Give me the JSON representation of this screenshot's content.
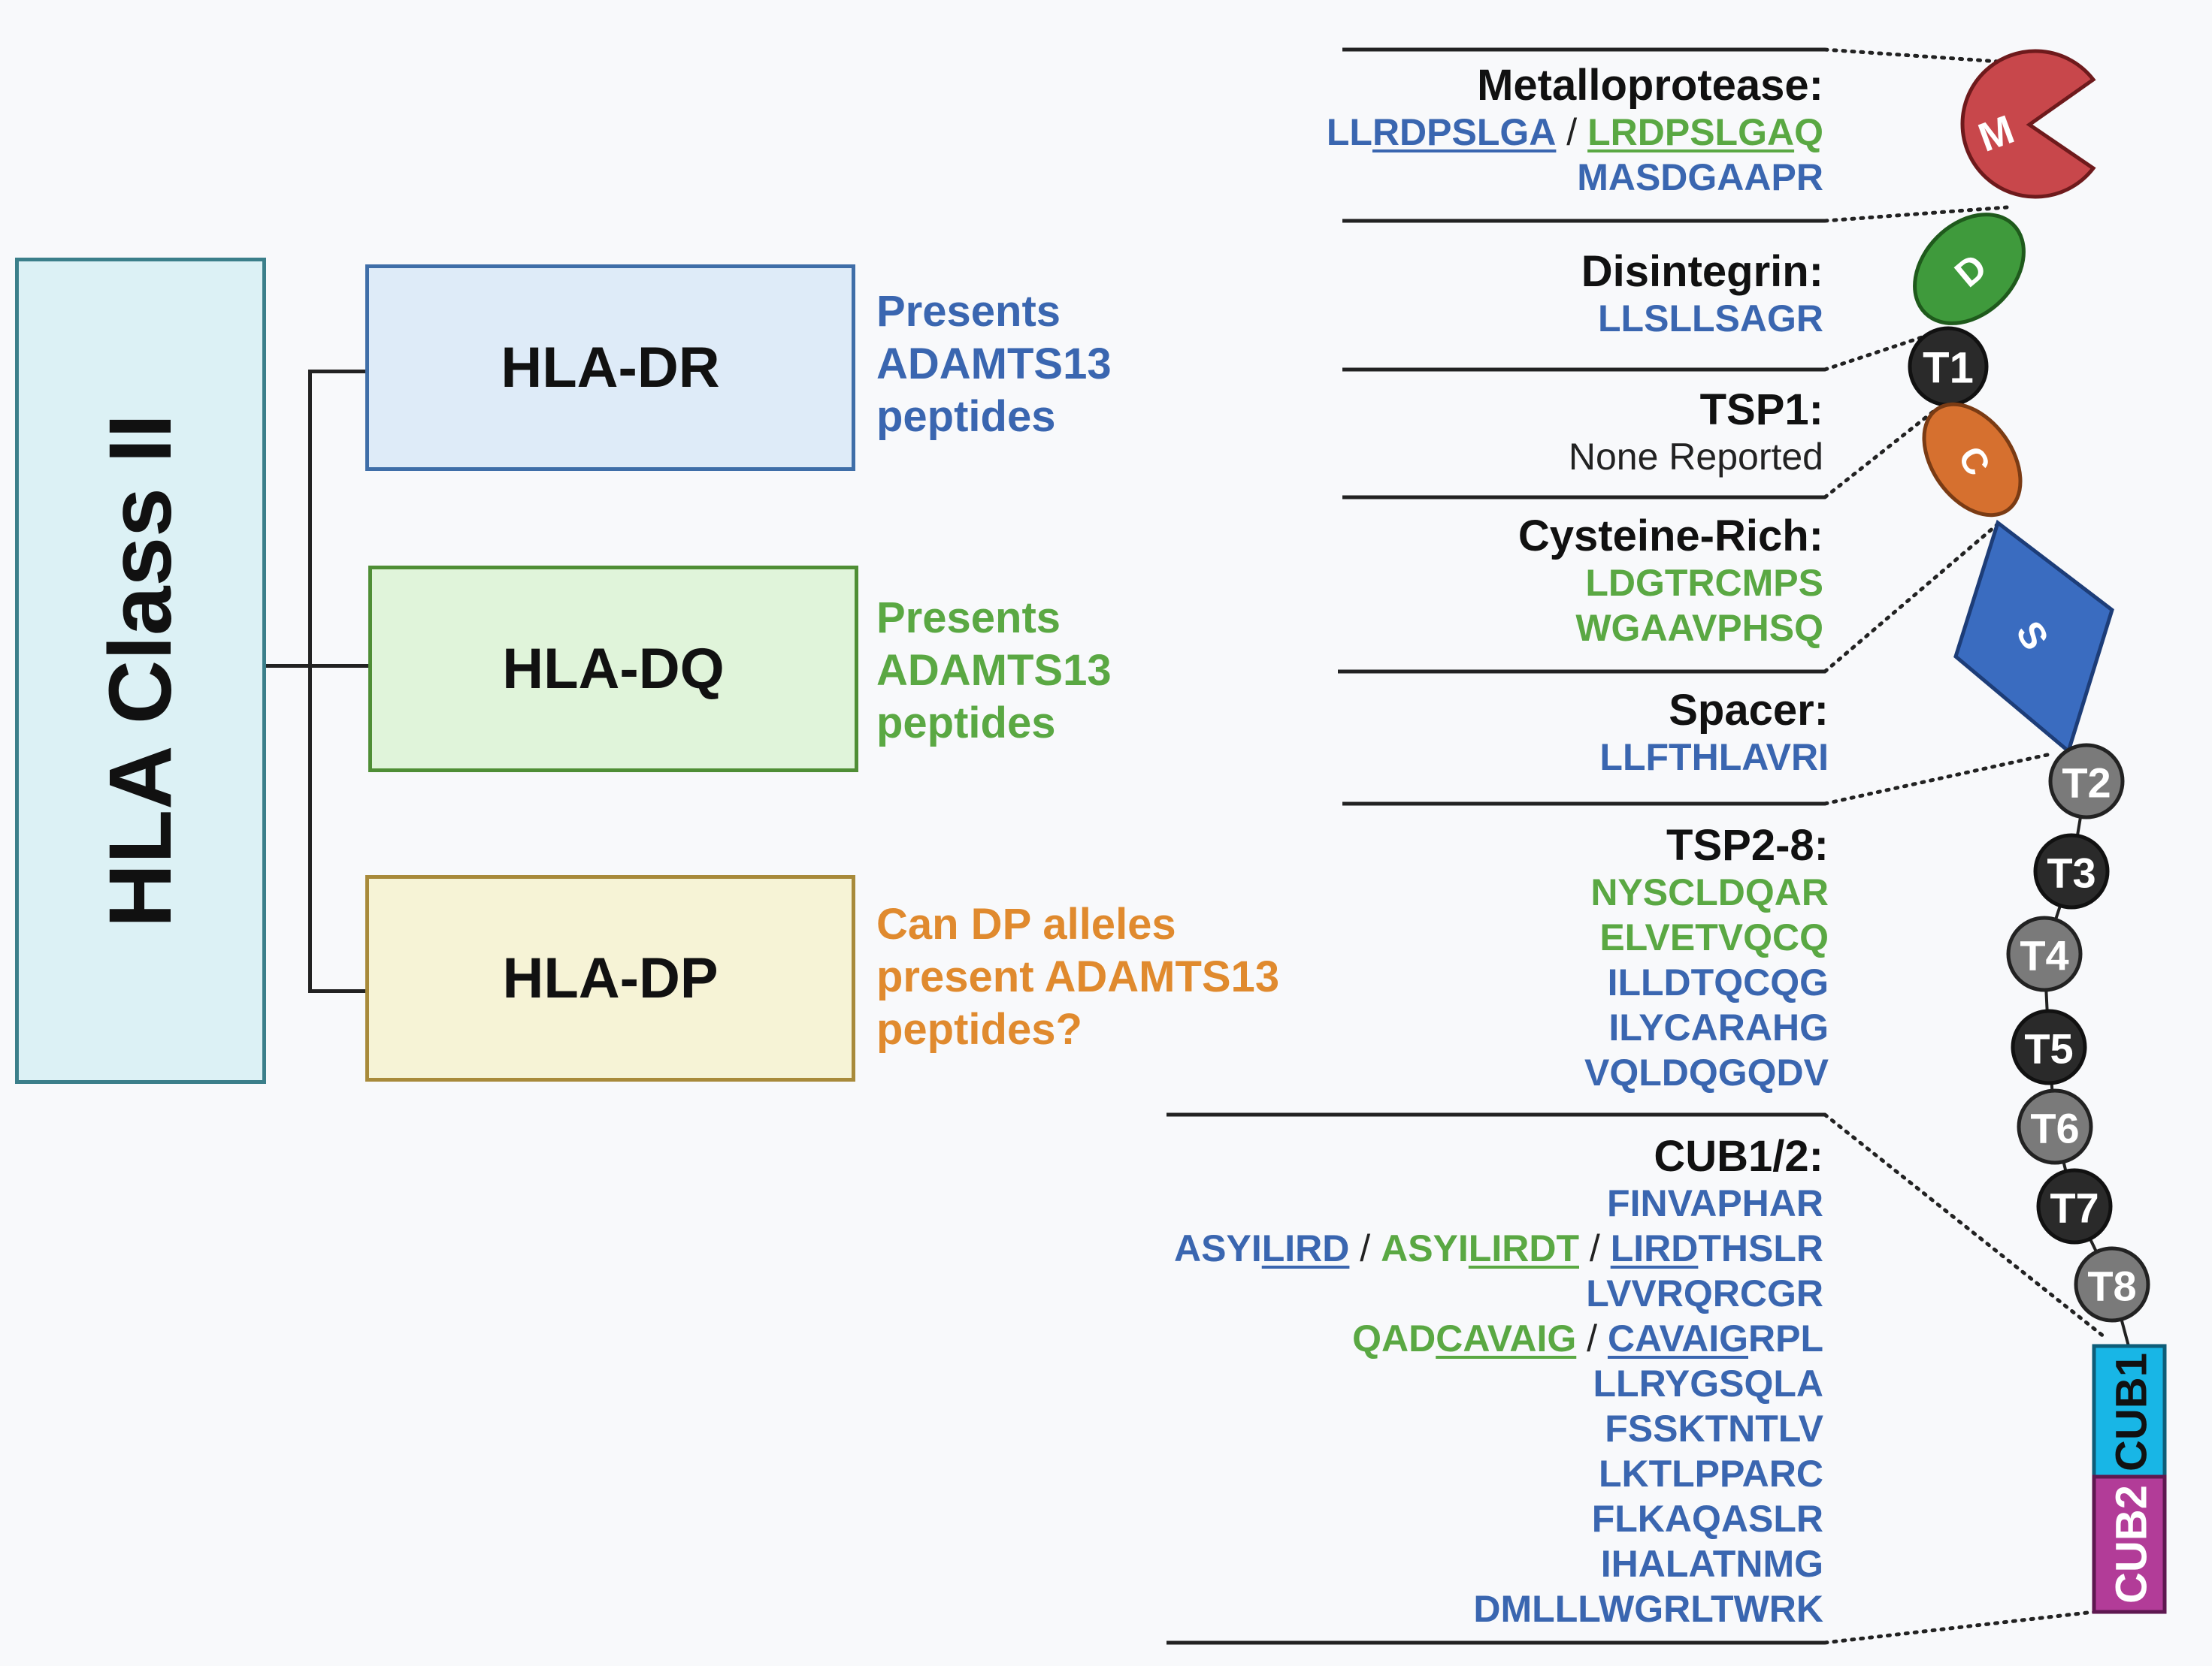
{
  "hla_tree": {
    "root": "HLA Class II",
    "dr": {
      "label": "HLA-DR",
      "desc": [
        "Presents",
        "ADAMTS13",
        "peptides"
      ]
    },
    "dq": {
      "label": "HLA-DQ",
      "desc": [
        "Presents",
        "ADAMTS13",
        "peptides"
      ]
    },
    "dp": {
      "label": "HLA-DP",
      "desc": [
        "Can DP alleles",
        "present ADAMTS13",
        "peptides?"
      ]
    }
  },
  "domains": {
    "metalloprotease": {
      "title": "Metalloprotease:",
      "pair": {
        "a_pre": "LL",
        "a_u": "RDPSLGA",
        "sep": " / ",
        "b_u": "LRDPSLGA",
        "b_post": "Q"
      },
      "peptides": [
        "MASDGAAPR"
      ]
    },
    "disintegrin": {
      "title": "Disintegrin:",
      "peptides": [
        "LLSLLSAGR"
      ]
    },
    "tsp1": {
      "title": "TSP1:",
      "note": "None Reported"
    },
    "cysteine_rich": {
      "title": "Cysteine-Rich:",
      "peptides": [
        "LDGTRCMPS",
        "WGAAVPHSQ"
      ]
    },
    "spacer": {
      "title": "Spacer:",
      "peptides": [
        "LLFTHLAVRI"
      ]
    },
    "tsp2_8": {
      "title": "TSP2-8:",
      "peptides": [
        "NYSCLDQAR",
        "ELVETVQCQ",
        "ILLDTQCQG",
        "ILYCARAHG",
        "VQLDQGQDV"
      ]
    },
    "cub": {
      "title": "CUB1/2:",
      "line1": "FINVAPHAR",
      "line2": {
        "a_pre": "ASYI",
        "a_u": "LIRD",
        "sep1": " / ",
        "b_pre": "ASYI",
        "b_u": "LIRDT",
        "sep2": " / ",
        "c_u": "LIRD",
        "c_post": "THSLR"
      },
      "line3": "LVVRQRCGR",
      "line4": {
        "a_pre": "QAD",
        "a_u": "CAVAIG",
        "sep": " / ",
        "b_u": "CAVAIG",
        "b_post": "RPL"
      },
      "rest": [
        "LLRYGSQLA",
        "FSSKTNTLV",
        "LKTLPPARC",
        "FLKAQASLR",
        "IHALATNMG",
        "DMLLLWGRLTWRK"
      ]
    }
  },
  "protein_labels": {
    "m": "M",
    "d": "D",
    "c": "C",
    "s": "S",
    "t1": "T1",
    "t2": "T2",
    "t3": "T3",
    "t4": "T4",
    "t5": "T5",
    "t6": "T6",
    "t7": "T7",
    "t8": "T8",
    "cub1": "CUB1",
    "cub2": "CUB2"
  },
  "colors": {
    "blue_text": "#3a66b0",
    "green_text": "#5aa843",
    "orange_text": "#e08a2e",
    "dr_fill": "#deebf8",
    "dq_fill": "#e0f4da",
    "dp_fill": "#f6f3d6",
    "class2_fill": "#dcf1f5",
    "metalloprotease": "#c8474b",
    "disintegrin": "#3f9a3c",
    "cysteine_rich": "#d6702f",
    "spacer": "#3a6cc0",
    "cub1": "#18b6e6",
    "cub2": "#b23c98"
  }
}
